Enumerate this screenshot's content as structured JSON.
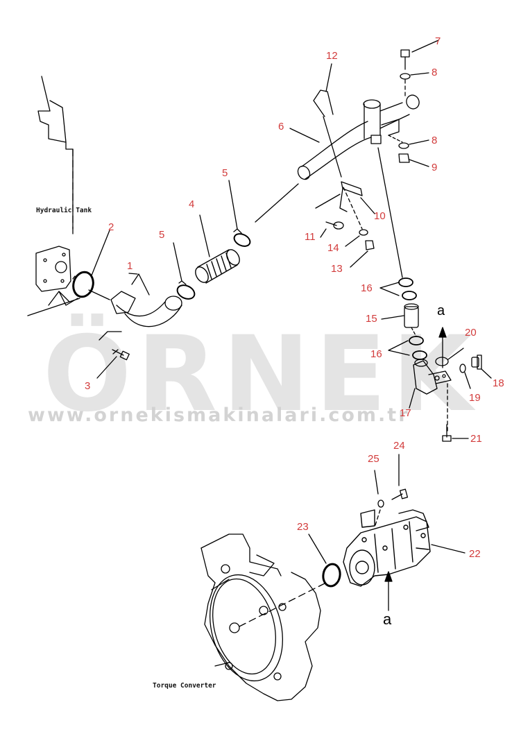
{
  "watermark": {
    "brand": "ÖRNEK",
    "url": "www.ornekismakinalari.com.tr"
  },
  "labels": {
    "hydraulic_tank": "Hydraulic Tank",
    "torque_converter": "Torque Converter",
    "view_a_top": "a",
    "view_a_bottom": "a"
  },
  "callouts": [
    "1",
    "2",
    "3",
    "4",
    "5",
    "5",
    "6",
    "7",
    "8",
    "8",
    "9",
    "10",
    "11",
    "12",
    "13",
    "14",
    "15",
    "16",
    "16",
    "17",
    "18",
    "19",
    "20",
    "21",
    "22",
    "23",
    "24",
    "25"
  ],
  "colors": {
    "callout": "#d23b3b",
    "line": "#000000",
    "watermark": "#dcdcdc"
  }
}
